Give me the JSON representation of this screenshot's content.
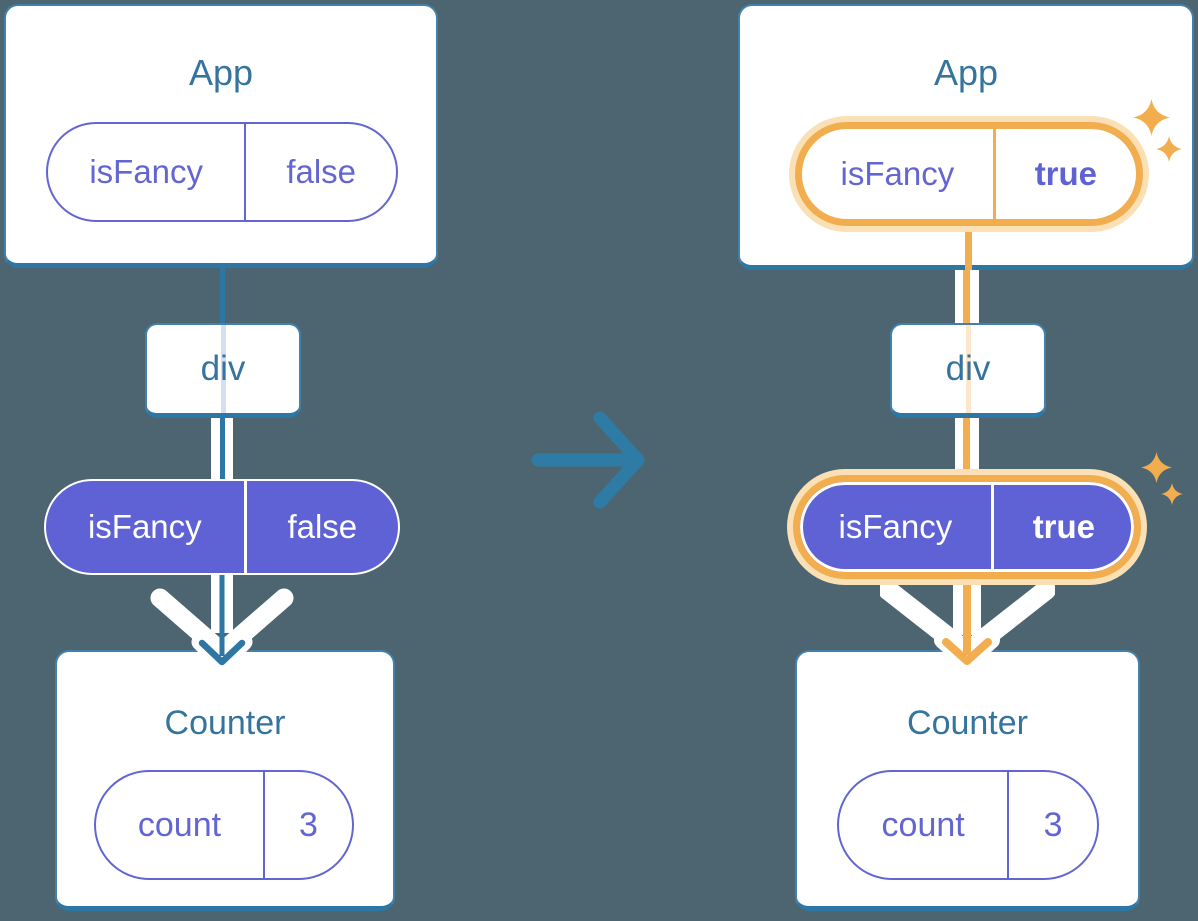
{
  "colors": {
    "background": "#4C6570",
    "card_border": "#2E76A4",
    "title_text": "#35749D",
    "purple": "#6366D1",
    "purple_fill": "#5F62D4",
    "orange": "#F2AE4E",
    "orange_glow": "#FAE0B4",
    "pale_blue_line": "#D6DEF0",
    "pale_cream_line": "#FBE8CC",
    "transition_arrow": "#2E7BA6"
  },
  "icons": {
    "transition": "arrow-right-icon",
    "flow": "arrow-down-icon",
    "highlight": "sparkle-icon"
  },
  "panels": {
    "before": {
      "root": {
        "title": "App",
        "prop": {
          "key": "isFancy",
          "value": "false"
        }
      },
      "middle": {
        "label": "div"
      },
      "passed": {
        "key": "isFancy",
        "value": "false"
      },
      "leaf": {
        "title": "Counter",
        "state": {
          "key": "count",
          "value": "3"
        }
      }
    },
    "after": {
      "root": {
        "title": "App",
        "prop": {
          "key": "isFancy",
          "value": "true"
        }
      },
      "middle": {
        "label": "div"
      },
      "passed": {
        "key": "isFancy",
        "value": "true"
      },
      "leaf": {
        "title": "Counter",
        "state": {
          "key": "count",
          "value": "3"
        }
      }
    }
  }
}
